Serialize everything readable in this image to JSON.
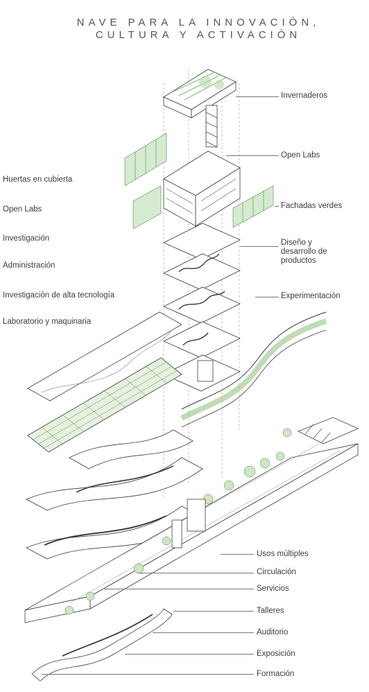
{
  "title": {
    "line1": "NAVE PARA LA INNOVACIÓN,",
    "line2": "CULTURA Y ACTIVACIÓN"
  },
  "left_labels": [
    "Huertas en cubierta",
    "Open Labs",
    "Investigación",
    "Administración",
    "Investigación de alta tecnología",
    "Laboratorio y maquinaria"
  ],
  "right_labels_top": {
    "invernaderos": "Invernaderos",
    "open_labs": "Open Labs",
    "fachadas": "Fachadas verdes",
    "diseno": "Diseño y desarrollo de productos",
    "experimentacion": "Experimentación"
  },
  "right_labels_bottom": [
    "Usos múltiples",
    "Circulación",
    "Servicios",
    "Talleres",
    "Auditorio",
    "Exposición",
    "Formación"
  ],
  "colors": {
    "line": "#3a3a3a",
    "green": "#8bbf7a",
    "dark_green": "#4e8a4a",
    "text": "#3c3c3c"
  }
}
